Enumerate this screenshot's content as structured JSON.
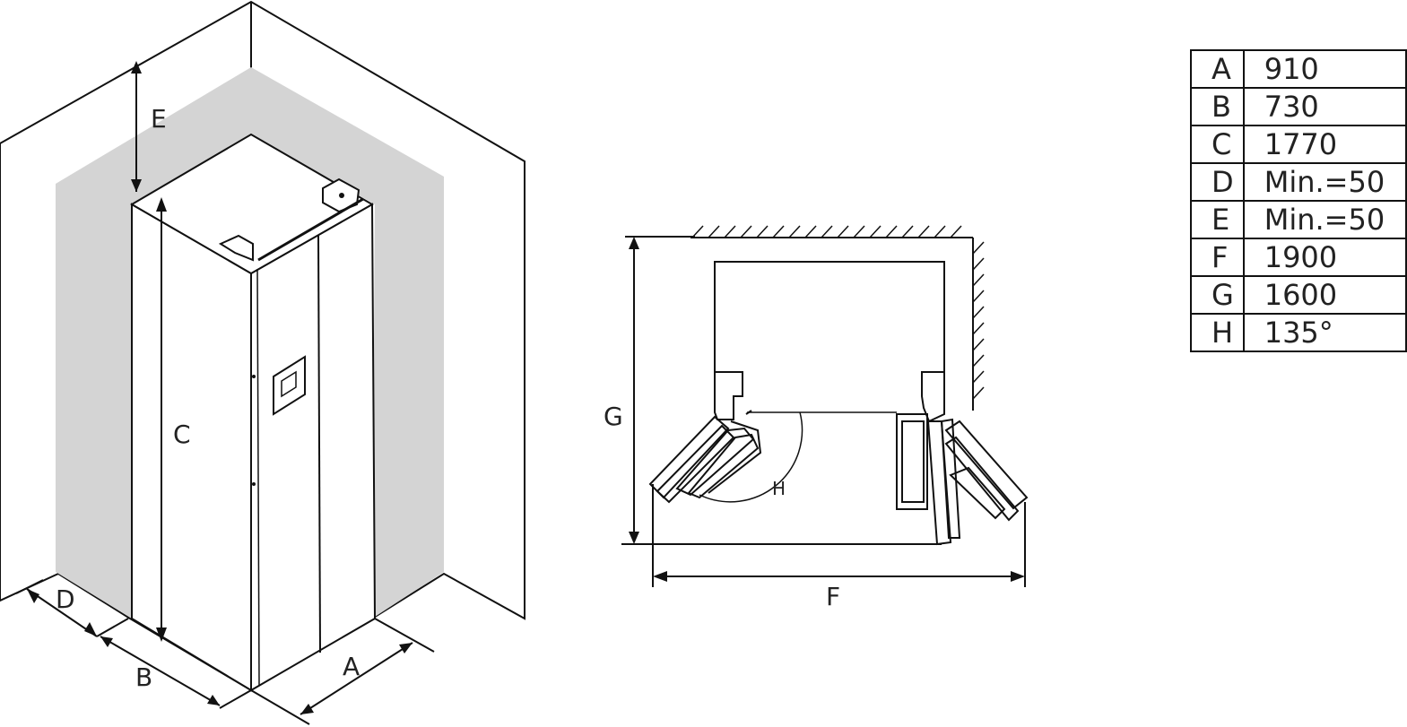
{
  "labels": {
    "A": "A",
    "B": "B",
    "C": "C",
    "D": "D",
    "E": "E",
    "F": "F",
    "G": "G",
    "H": "H"
  },
  "table": [
    {
      "key": "A",
      "value": "910"
    },
    {
      "key": "B",
      "value": "730"
    },
    {
      "key": "C",
      "value": "1770"
    },
    {
      "key": "D",
      "value": "Min.=50"
    },
    {
      "key": "E",
      "value": "Min.=50"
    },
    {
      "key": "F",
      "value": "1900"
    },
    {
      "key": "G",
      "value": "1600"
    },
    {
      "key": "H",
      "value": "135°"
    }
  ],
  "colors": {
    "line": "#111111",
    "clearance_zone": "#d4d4d4"
  }
}
